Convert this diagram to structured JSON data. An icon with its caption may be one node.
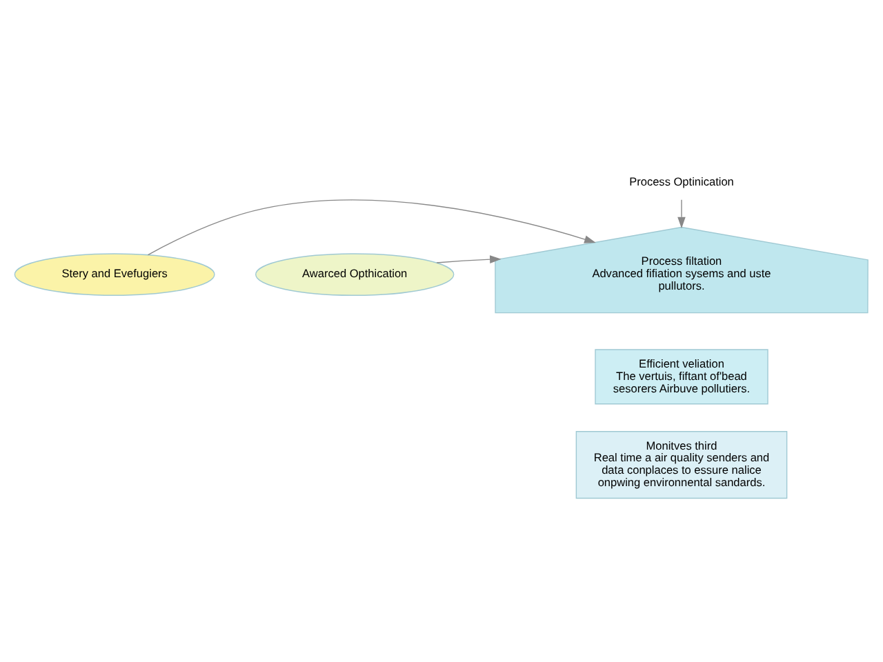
{
  "diagram": {
    "nodes": [
      {
        "text": [
          "Process Optinication"
        ]
      },
      {
        "text": [
          "Awarced Opthication"
        ]
      },
      {
        "text": [
          "Stery and Evefugiers"
        ]
      },
      {
        "text": [
          "Process filtation",
          "Advanced fifiation sysems and uste pullutors."
        ]
      },
      {
        "text": [
          "Efficient veliation",
          "The vertuis, fiftant of'bead sesorers Airbuve pollutiers."
        ]
      },
      {
        "text": [
          "Monitves third",
          "Real time a air quality senders and data conplaces to essure nalice onpwing environnental sandards."
        ]
      }
    ],
    "edges": [
      {
        "from": 0,
        "to": 3,
        "arrow": "to"
      },
      {
        "from": 1,
        "to": 3,
        "arrow": "to"
      },
      {
        "from": 2,
        "to": 3,
        "arrow": "to"
      }
    ]
  }
}
